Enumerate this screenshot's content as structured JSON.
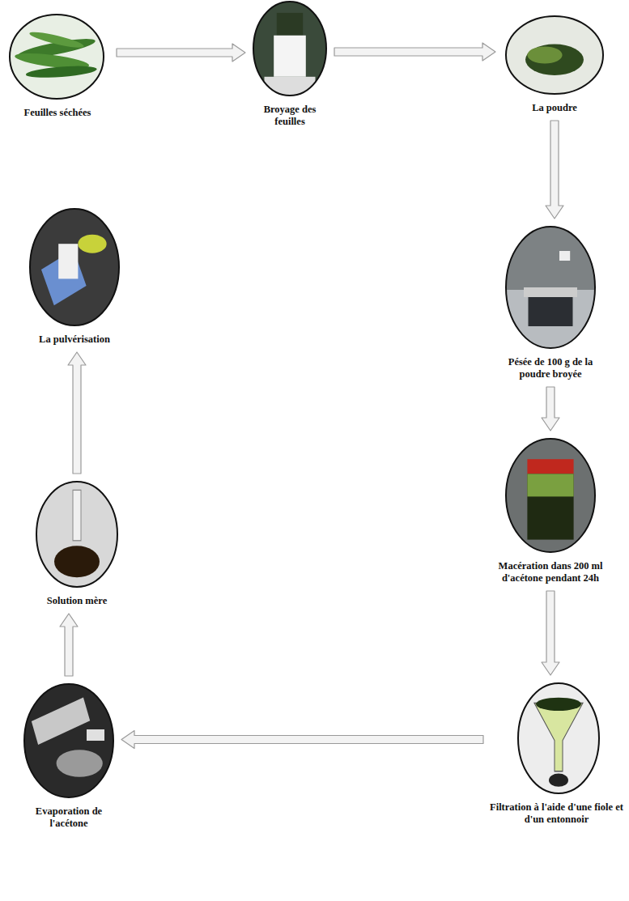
{
  "diagram": {
    "nodes": [
      {
        "text": [
          "Feuilles séchées"
        ]
      },
      {
        "text": [
          "Broyage des feuilles"
        ]
      },
      {
        "text": [
          "La poudre"
        ]
      },
      {
        "text": [
          "Pésée de 100 g de la poudre broyée"
        ]
      },
      {
        "text": [
          "Macération dans 200 ml d'acétone pendant 24h"
        ]
      },
      {
        "text": [
          "Filtration à l'aide d'une fiole et d'un entonnoir"
        ]
      },
      {
        "text": [
          "Evaporation de l'acétone"
        ]
      },
      {
        "text": [
          "Solution mère"
        ]
      },
      {
        "text": [
          "La pulvérisation"
        ]
      }
    ],
    "edges": [
      {
        "from": 0,
        "to": 1,
        "arrow": "to"
      },
      {
        "from": 1,
        "to": 2,
        "arrow": "to"
      },
      {
        "from": 2,
        "to": 3,
        "arrow": "to"
      },
      {
        "from": 3,
        "to": 4,
        "arrow": "to"
      },
      {
        "from": 4,
        "to": 5,
        "arrow": "to"
      },
      {
        "from": 5,
        "to": 6,
        "arrow": "to"
      },
      {
        "from": 6,
        "to": 7,
        "arrow": "to"
      },
      {
        "from": 7,
        "to": 8,
        "arrow": "to"
      }
    ]
  }
}
